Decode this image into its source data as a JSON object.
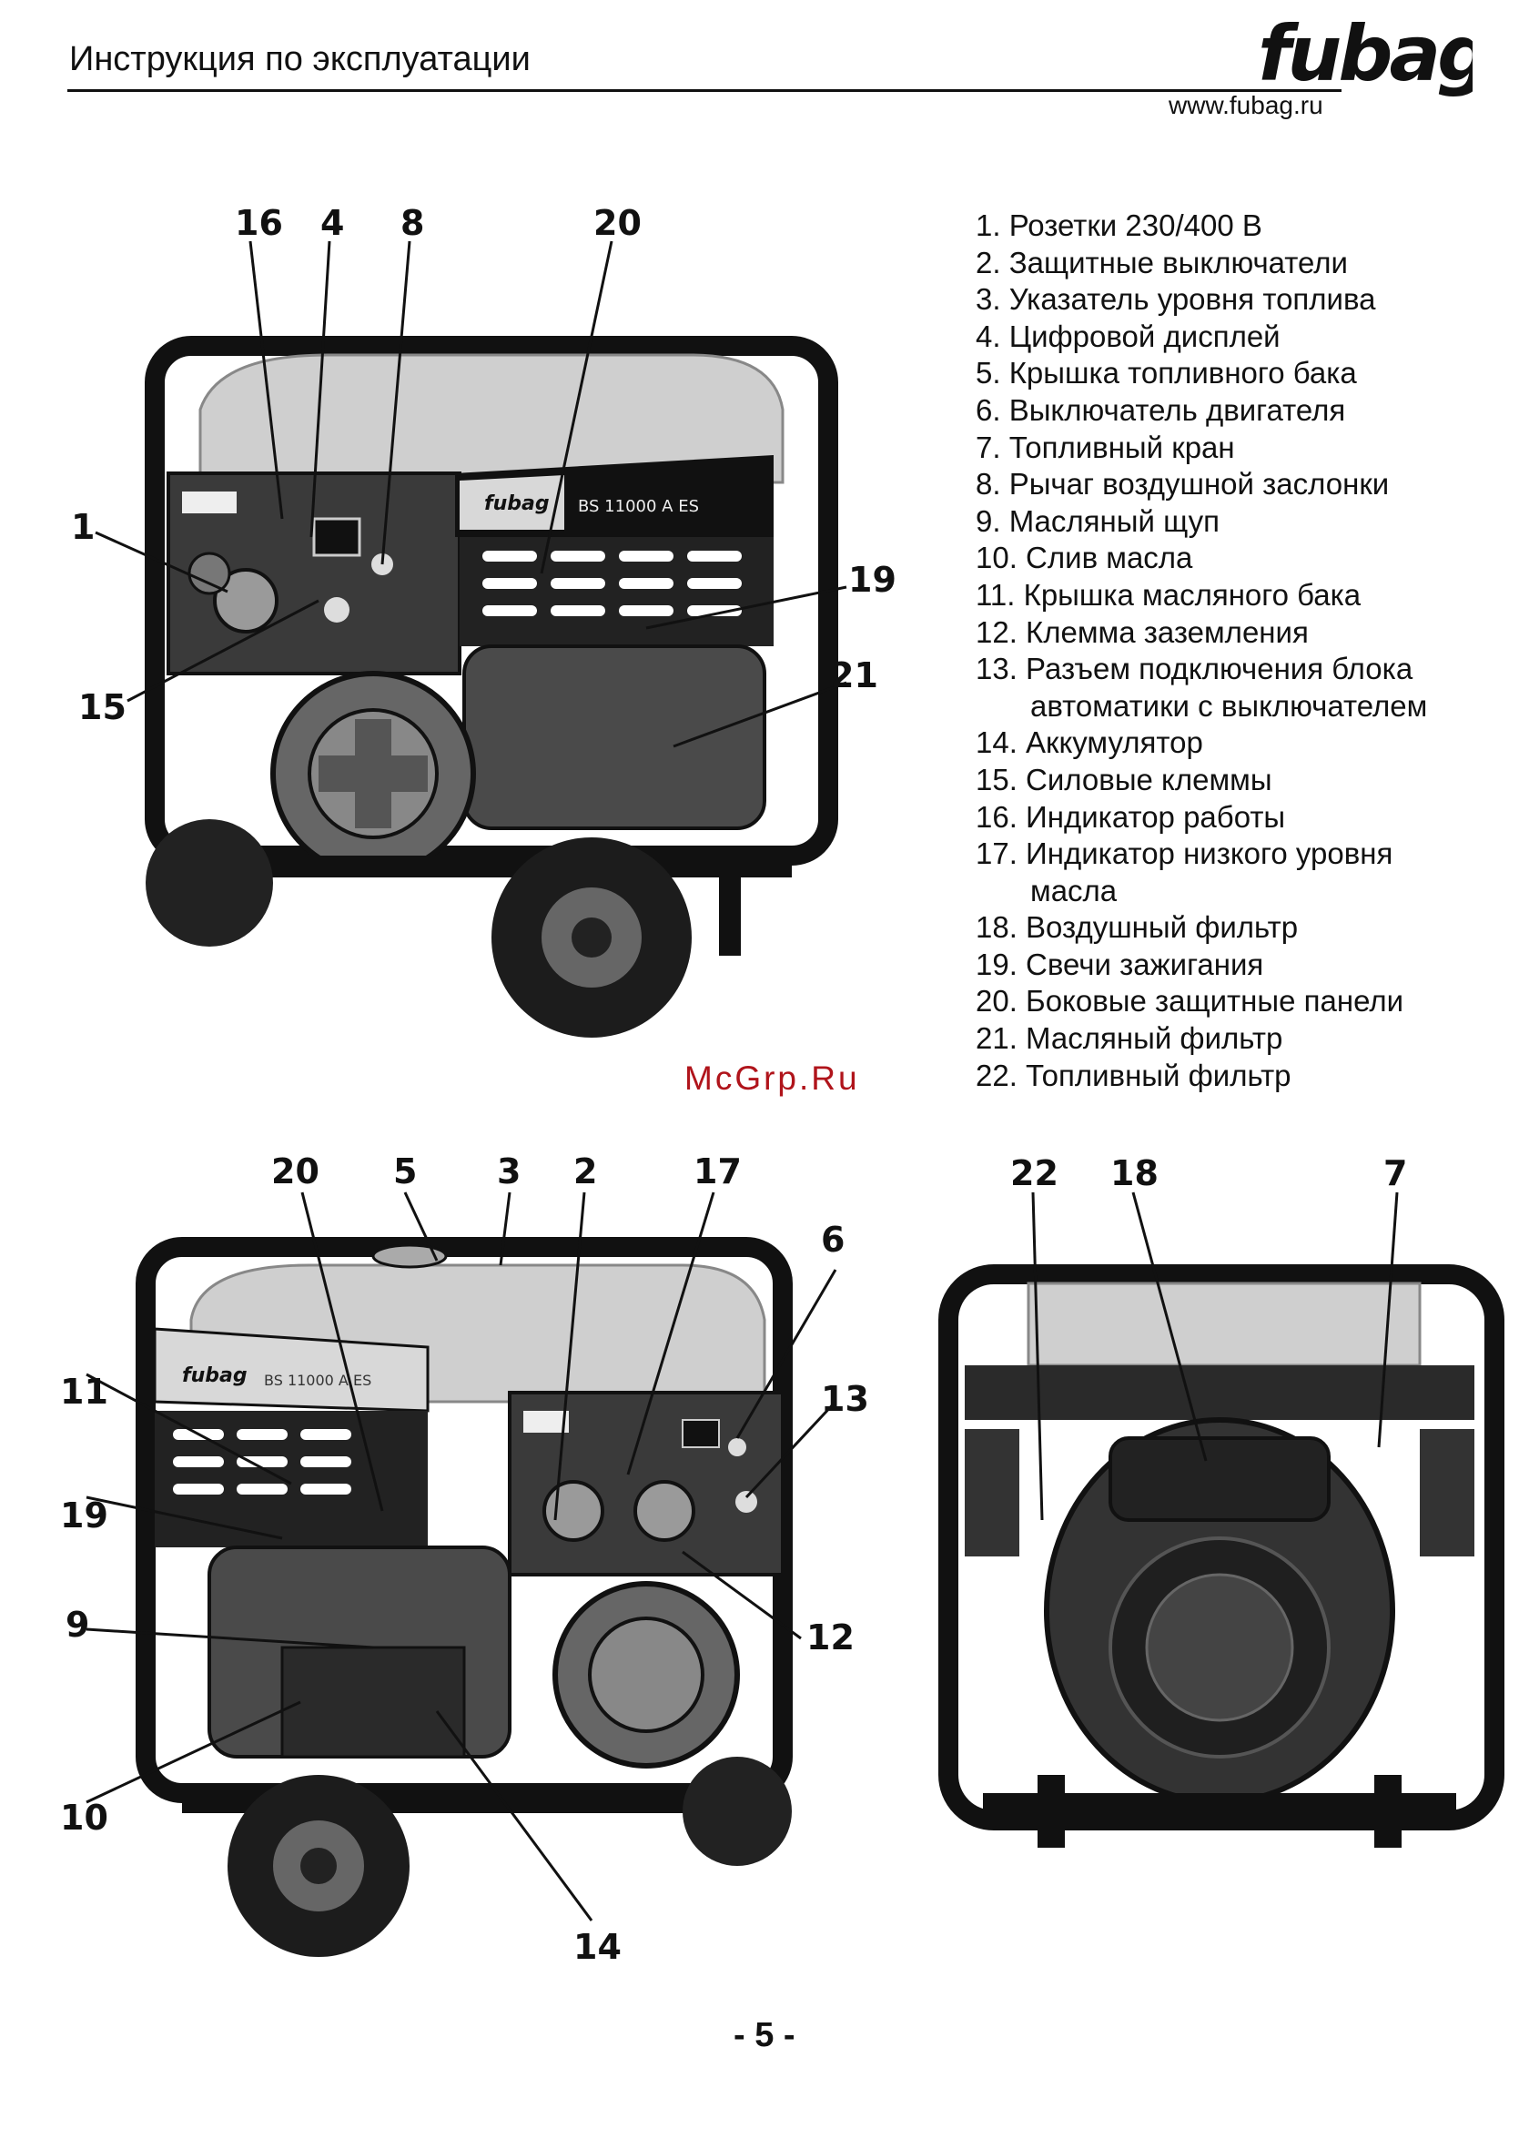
{
  "header": {
    "title": "Инструкция по эксплуатации",
    "url": "www.fubag.ru",
    "logo_text": "fubag"
  },
  "legend": [
    "1. Розетки 230/400 В",
    "2. Защитные выключатели",
    "3. Указатель уровня топлива",
    "4. Цифровой дисплей",
    "5. Крышка топливного бака",
    "6. Выключатель двигателя",
    "7. Топливный кран",
    "8. Рычаг воздушной заслонки",
    "9. Масляный щуп",
    "10. Слив масла",
    "11. Крышка масляного бака",
    "12. Клемма заземления",
    "13. Разъем подключения блока",
    "автоматики с выключателем",
    "14. Аккумулятор",
    "15. Силовые клеммы",
    "16. Индикатор работы",
    "17. Индикатор низкого уровня",
    "масла",
    "18. Воздушный фильтр",
    "19. Свечи зажигания",
    "20. Боковые защитные панели",
    "21. Масляный фильтр",
    "22. Топливный фильтр"
  ],
  "figure_front": {
    "callouts": [
      "16",
      "4",
      "8",
      "20",
      "1",
      "15",
      "19",
      "21"
    ],
    "brand_label": "fubag",
    "model_label": "BS 11000 A ES"
  },
  "figure_side": {
    "callouts": [
      "20",
      "5",
      "3",
      "2",
      "17",
      "6",
      "11",
      "13",
      "19",
      "9",
      "12",
      "10",
      "14"
    ],
    "brand_label": "fubag",
    "model_label": "BS 11000 A ES"
  },
  "figure_rear": {
    "callouts": [
      "22",
      "18",
      "7"
    ]
  },
  "watermark": "McGrp.Ru",
  "page_number": "- 5 -"
}
